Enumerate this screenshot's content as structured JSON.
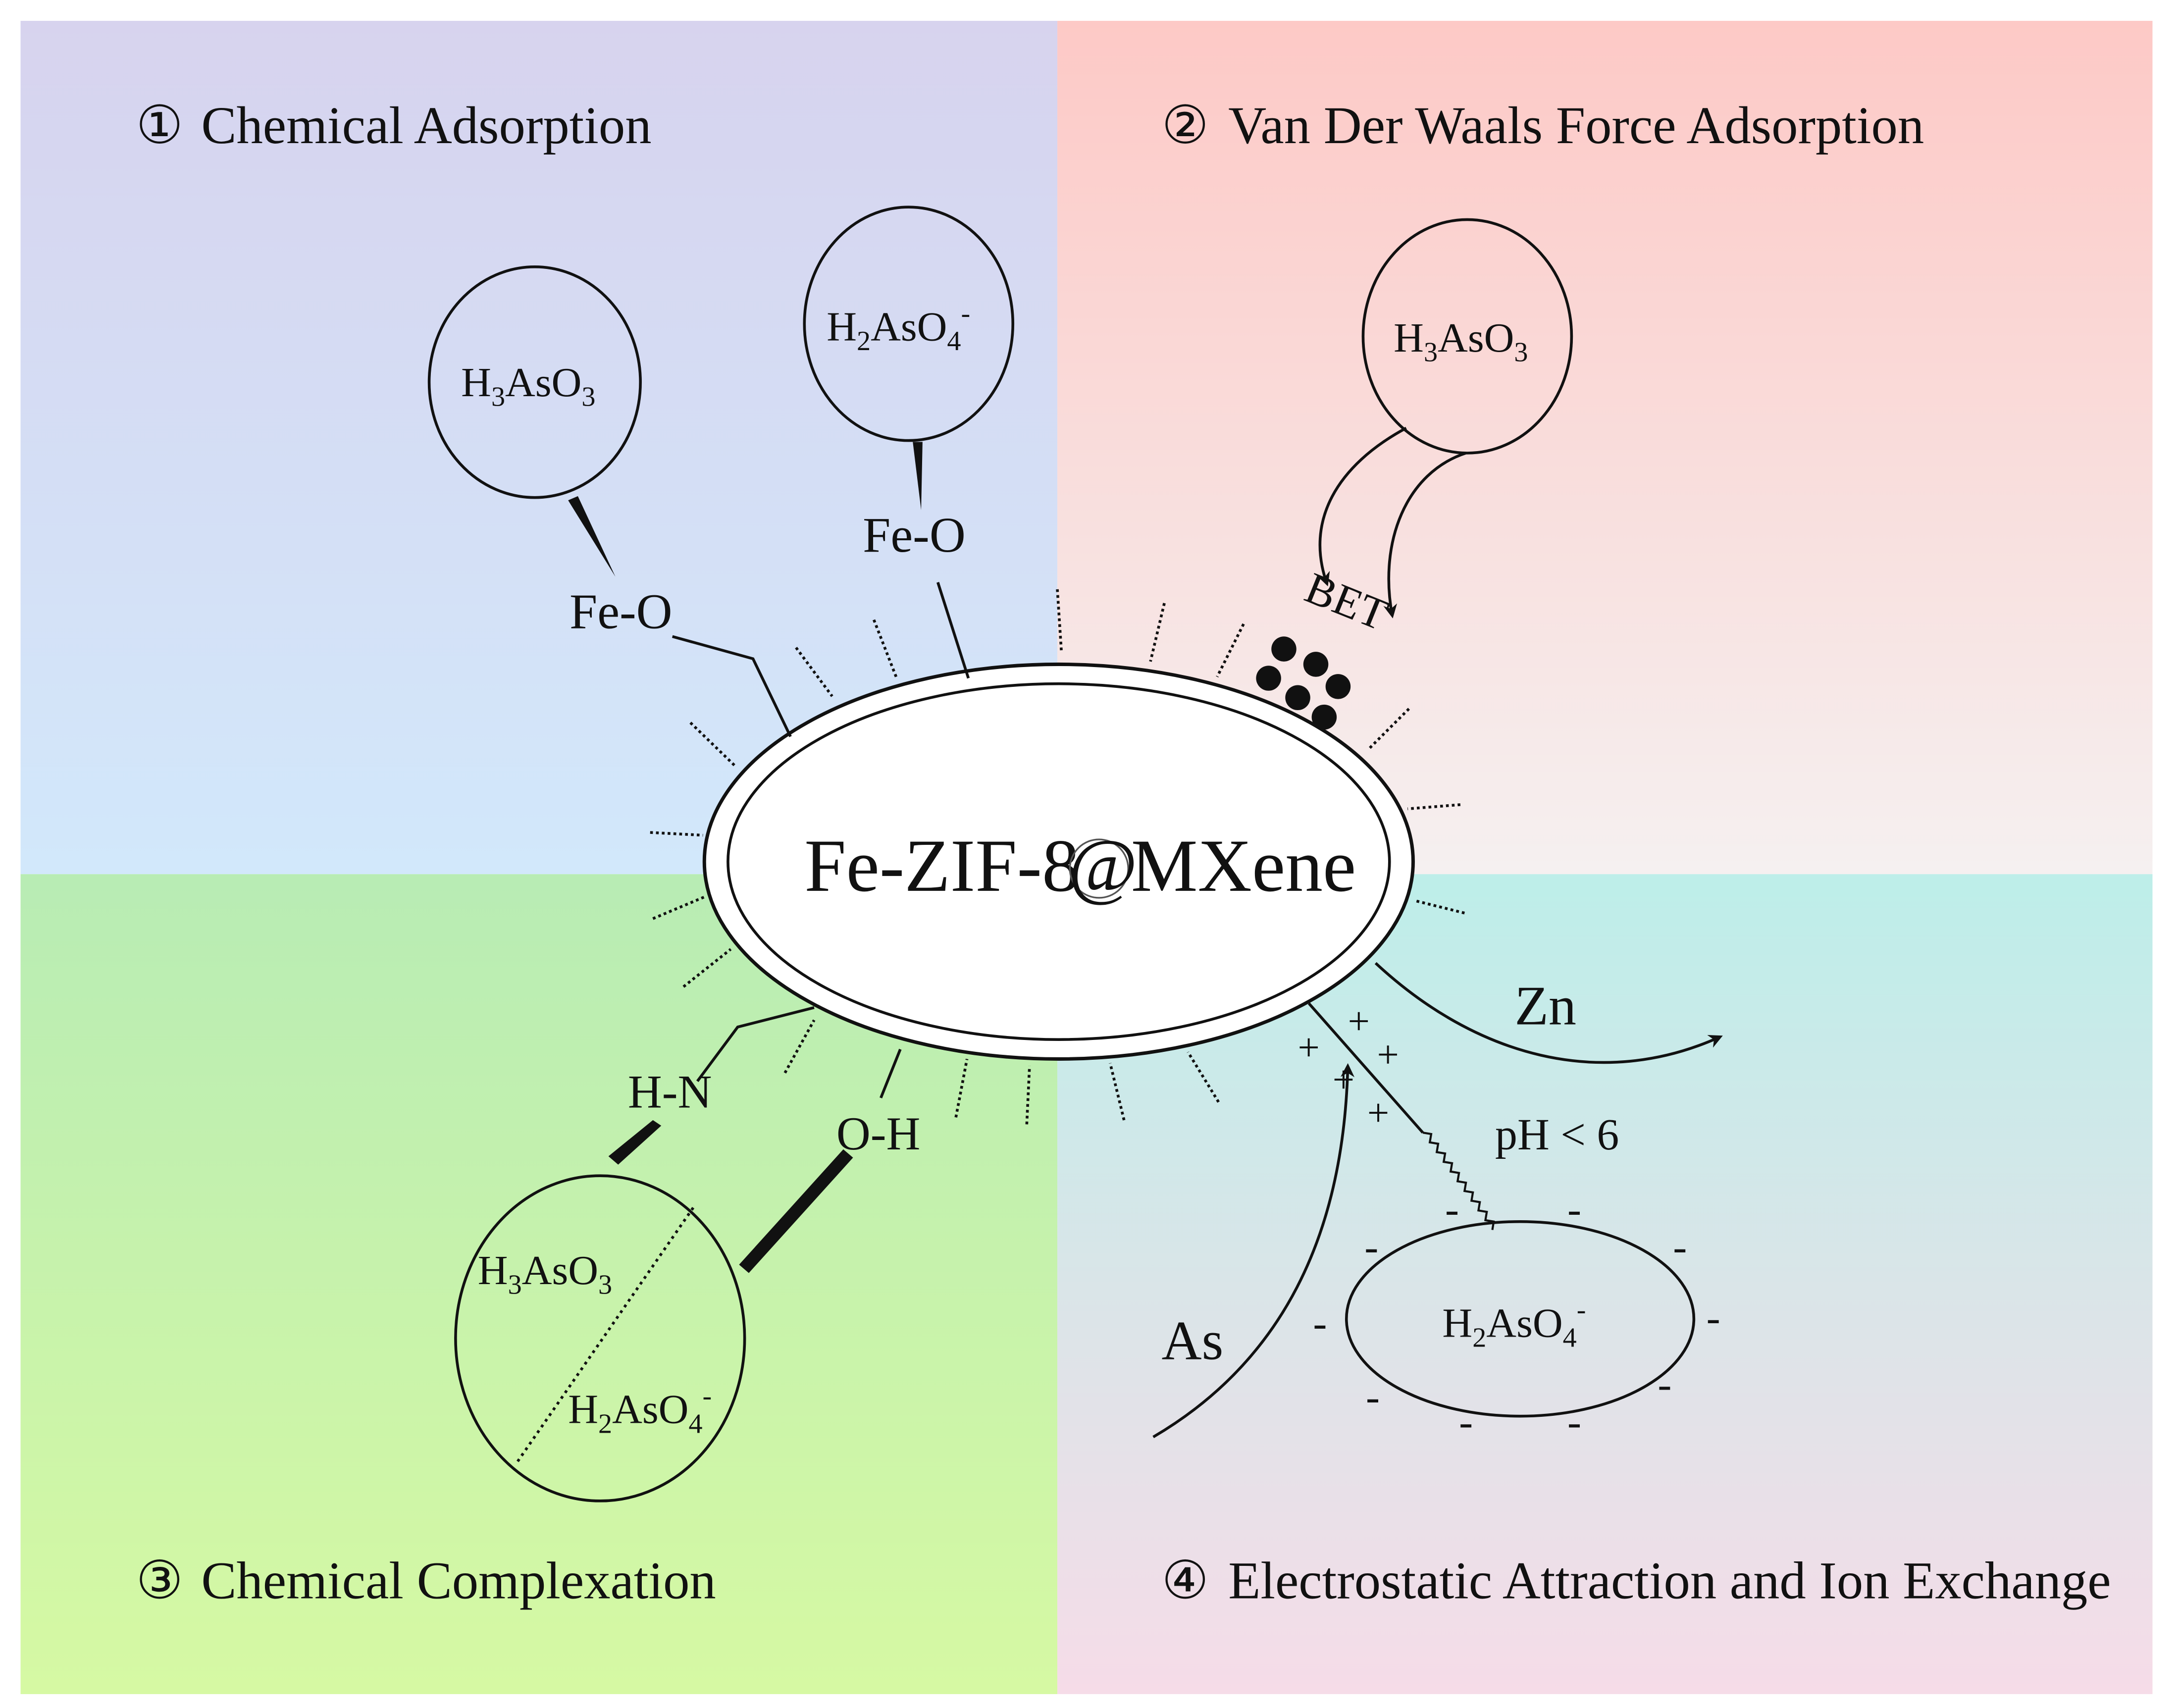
{
  "quadrants": {
    "q1": {
      "title": "Chemical Adsorption",
      "number": "①",
      "gradient": [
        "#d7d3ee",
        "#d2e8fb"
      ]
    },
    "q2": {
      "title": "Van Der Waals Force Adsorption",
      "number": "②",
      "gradient": [
        "#fdc9c6",
        "#f5f0f0"
      ]
    },
    "q3": {
      "title": "Chemical Complexation",
      "number": "③",
      "gradient": [
        "#b8ecb4",
        "#d6f9a3"
      ]
    },
    "q4": {
      "title": "Electrostatic Attraction and Ion Exchange",
      "number": "④",
      "gradient": [
        "#bdeee9",
        "#f6dce8"
      ]
    }
  },
  "center": {
    "label_left": "Fe-ZIF-8",
    "label_at": "@",
    "label_right": "MXene"
  },
  "q1_content": {
    "molecule_1": "H3AsO3",
    "molecule_2": "H2AsO4-",
    "bond_1": "Fe-O",
    "bond_2": "Fe-O"
  },
  "q2_content": {
    "molecule": "H3AsO3",
    "label": "BET"
  },
  "q3_content": {
    "molecule_a": "H3AsO3",
    "molecule_b": "H2AsO4-",
    "bond_1": "H-N",
    "bond_2": "O-H"
  },
  "q4_content": {
    "zn_label": "Zn",
    "as_label": "As",
    "ph_label": "pH < 6",
    "molecule": "H2AsO4-",
    "plus": "+",
    "minus": "-"
  }
}
